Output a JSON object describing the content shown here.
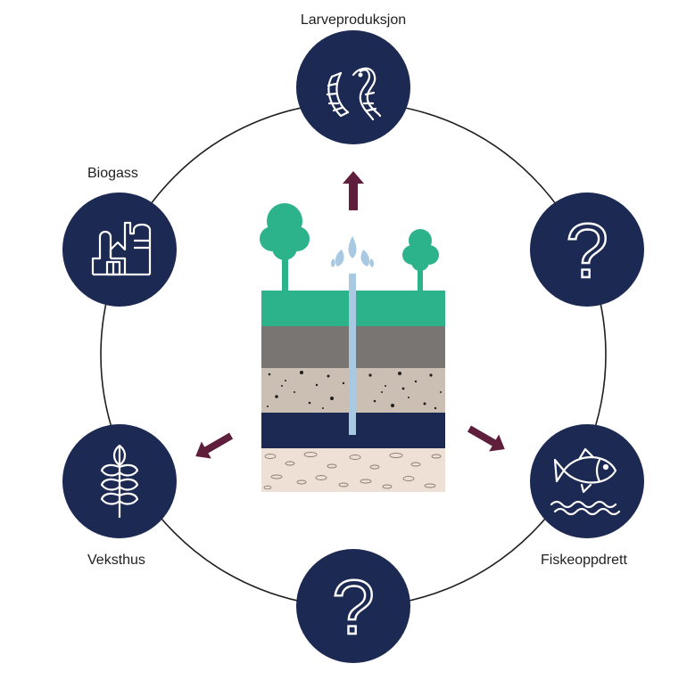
{
  "colors": {
    "node_fill": "#1c2953",
    "ring": "#1f1f1f",
    "arrow": "#5f1e3c",
    "grass": "#2db38b",
    "tree": "#2db38b",
    "soil": "#787573",
    "gravel": "#cbbfb3",
    "aquifer": "#1c2953",
    "sand": "#eee0d4",
    "pipe": "#a9c8e2"
  },
  "nodes": [
    {
      "id": "top",
      "label": "Larveproduksjon",
      "icon": "larva-icon"
    },
    {
      "id": "upper-right",
      "label": "",
      "icon": "question-mark-icon"
    },
    {
      "id": "lower-right",
      "label": "Fiskeoppdrett",
      "icon": "fish-icon"
    },
    {
      "id": "bottom",
      "label": "",
      "icon": "question-mark-icon"
    },
    {
      "id": "lower-left",
      "label": "Veksthus",
      "icon": "wheat-icon"
    },
    {
      "id": "upper-left",
      "label": "Biogass",
      "icon": "factory-icon"
    }
  ],
  "question_mark": "?"
}
